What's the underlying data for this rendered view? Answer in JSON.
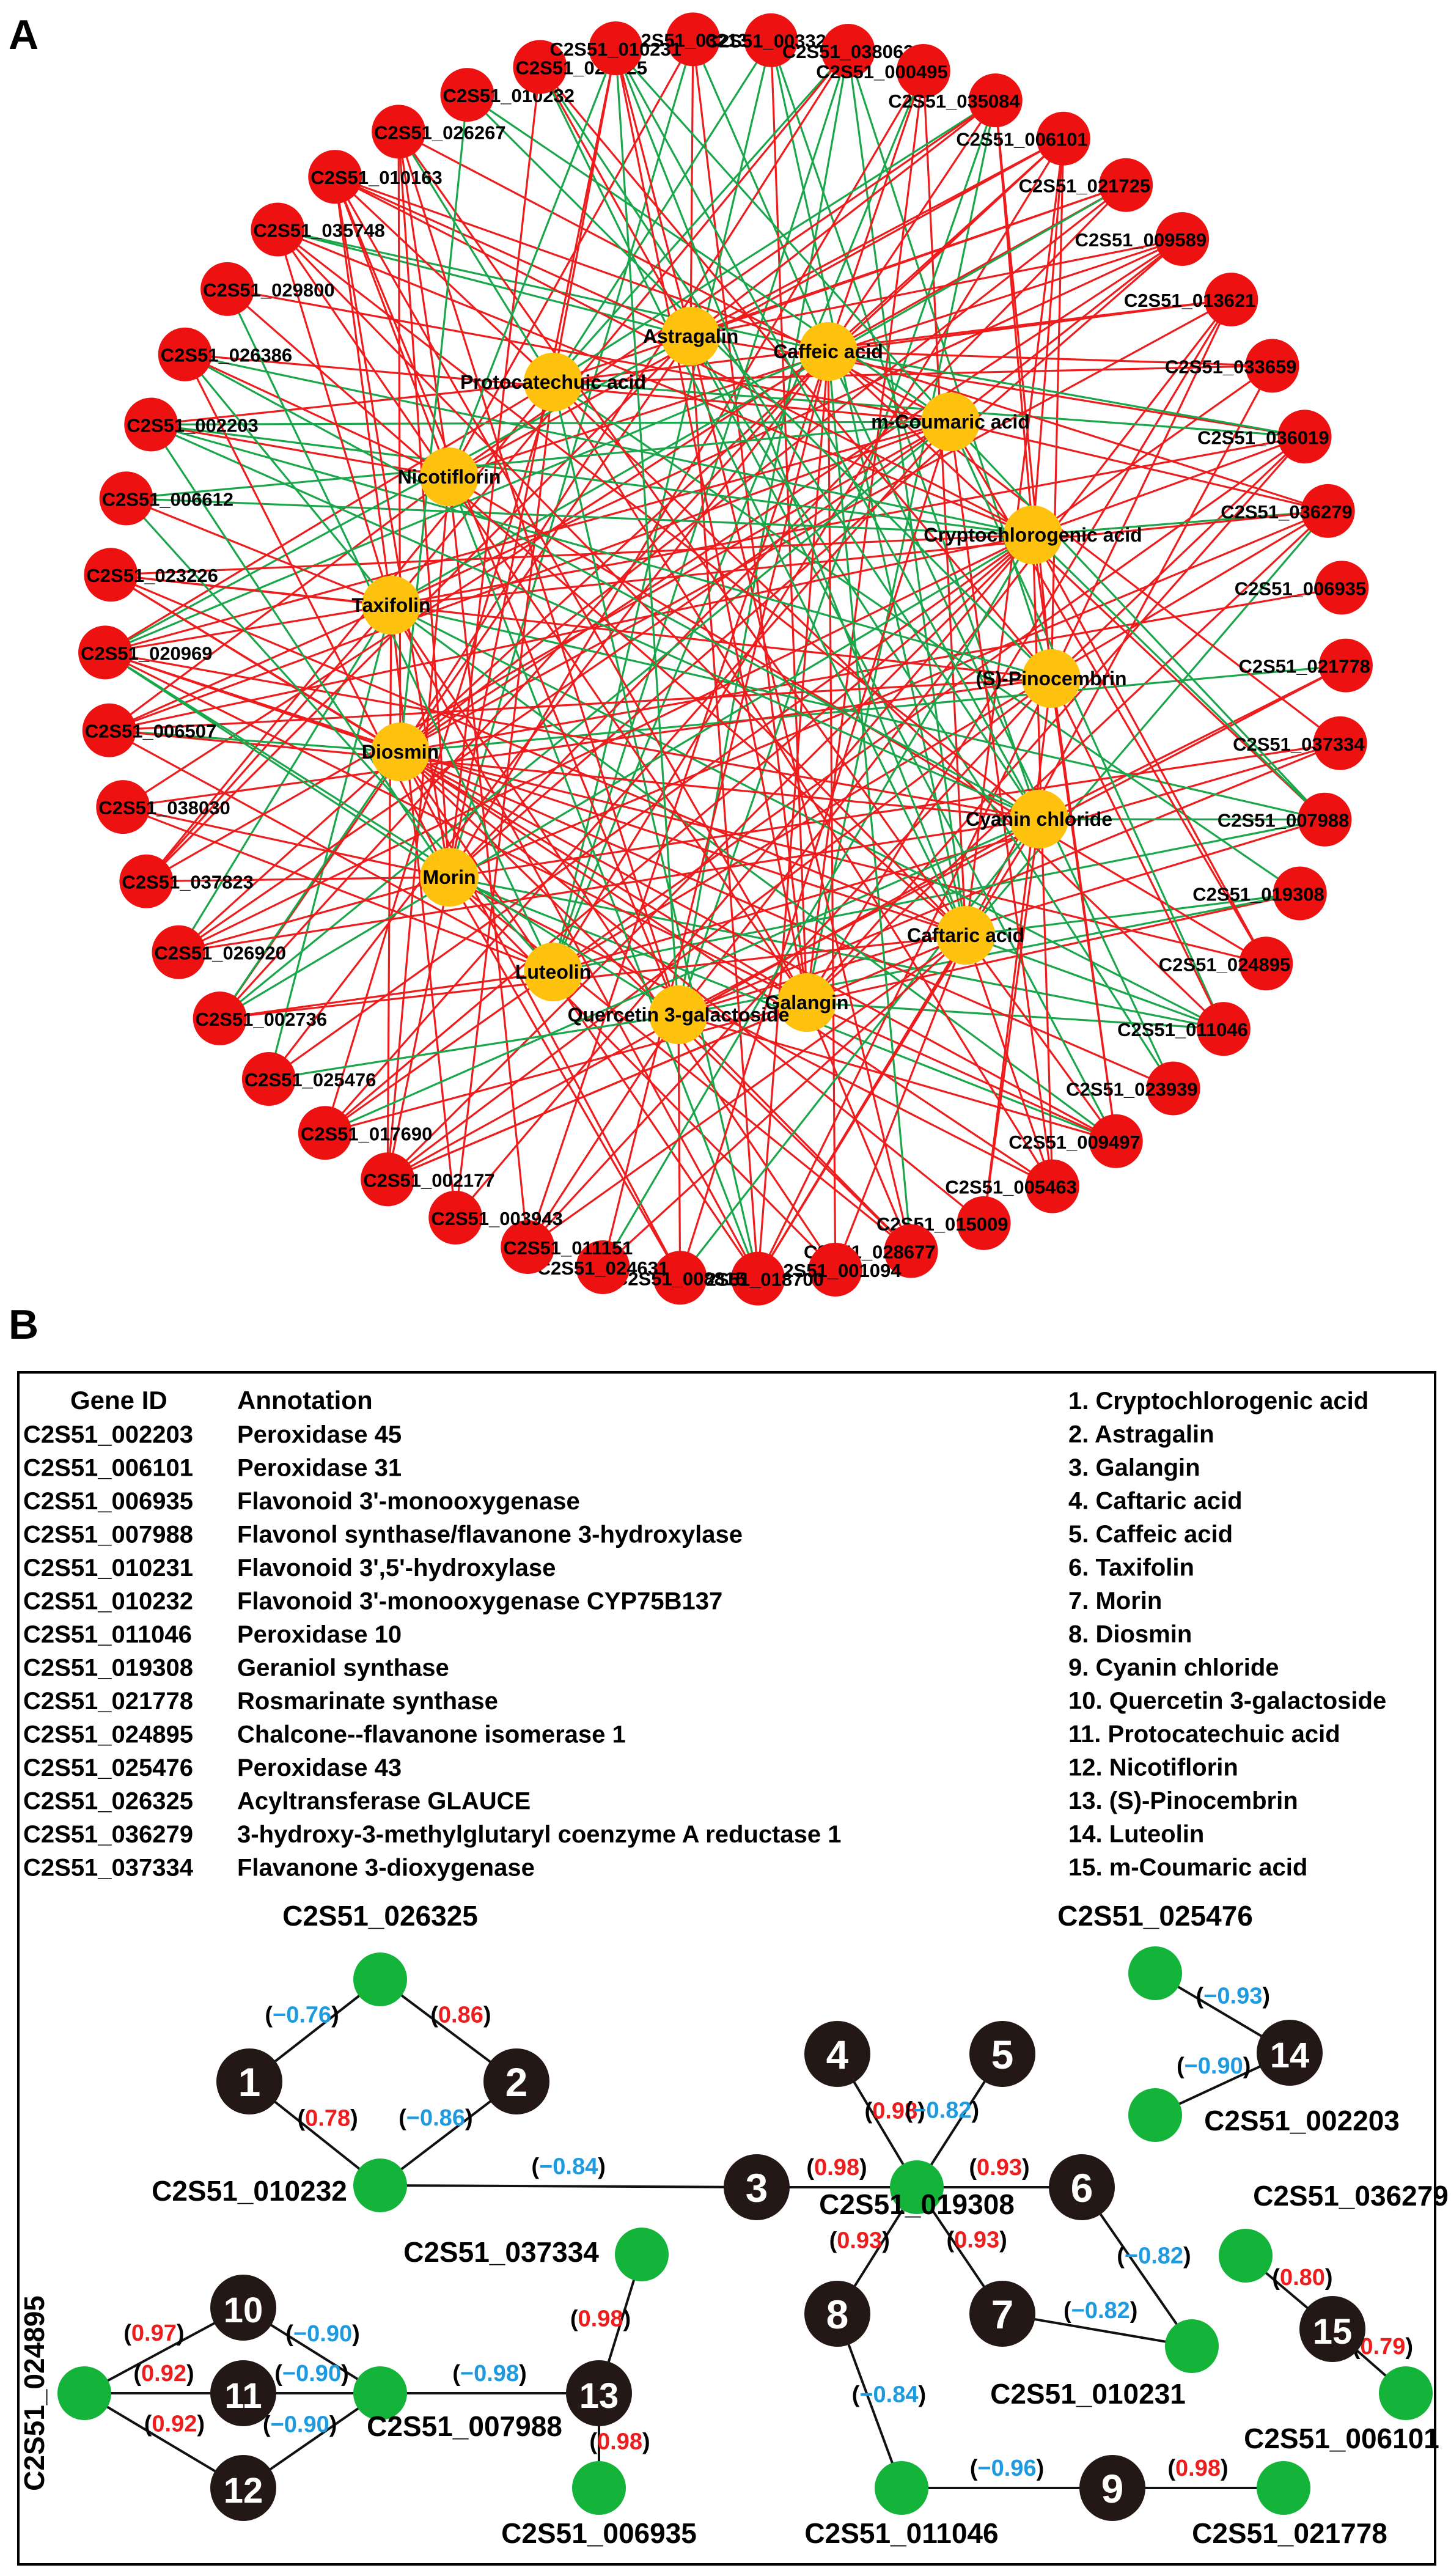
{
  "panel_a": {
    "letter": "A",
    "genes": [
      "C2S51_032134",
      "C2S51_003325",
      "C2S51_038063",
      "C2S51_000495",
      "C2S51_035084",
      "C2S51_006101",
      "C2S51_021725",
      "C2S51_009589",
      "C2S51_013621",
      "C2S51_033659",
      "C2S51_036019",
      "C2S51_036279",
      "C2S51_006935",
      "C2S51_021778",
      "C2S51_037334",
      "C2S51_007988",
      "C2S51_019308",
      "C2S51_024895",
      "C2S51_011046",
      "C2S51_023939",
      "C2S51_009497",
      "C2S51_005463",
      "C2S51_015009",
      "C2S51_028677",
      "C2S51_001094",
      "C2S51_018700",
      "C2S51_008815",
      "C2S51_024631",
      "C2S51_011151",
      "C2S51_003943",
      "C2S51_002177",
      "C2S51_017690",
      "C2S51_025476",
      "C2S51_002736",
      "C2S51_026920",
      "C2S51_037823",
      "C2S51_038030",
      "C2S51_006507",
      "C2S51_020969",
      "C2S51_023226",
      "C2S51_006612",
      "C2S51_002203",
      "C2S51_026386",
      "C2S51_029800",
      "C2S51_035748",
      "C2S51_010163",
      "C2S51_026267",
      "C2S51_010232",
      "C2S51_026325",
      "C2S51_010231"
    ],
    "metabolites": [
      "Astragalin",
      "Caffeic acid",
      "Protocatechuic acid",
      "m-Coumaric acid",
      "Nicotiflorin",
      "Cryptochlorogenic acid",
      "Taxifolin",
      "(S)-Pinocembrin",
      "Diosmin",
      "Cyanin chloride",
      "Morin",
      "Caftaric acid",
      "Luteolin",
      "Galangin",
      "Quercetin 3-galactoside"
    ],
    "colors": {
      "gene": "#ee1111",
      "metabolite": "#ffc20e",
      "positive_edge": "#ee1c1c",
      "negative_edge": "#1aa64a"
    }
  },
  "panel_b": {
    "letter": "B",
    "table_headers": {
      "gene_id": "Gene ID",
      "annotation": "Annotation"
    },
    "annotations": [
      {
        "id": "C2S51_002203",
        "annotation": "Peroxidase 45"
      },
      {
        "id": "C2S51_006101",
        "annotation": "Peroxidase 31"
      },
      {
        "id": "C2S51_006935",
        "annotation": "Flavonoid 3'-monooxygenase"
      },
      {
        "id": "C2S51_007988",
        "annotation": "Flavonol synthase/flavanone 3-hydroxylase"
      },
      {
        "id": "C2S51_010231",
        "annotation": "Flavonoid 3',5'-hydroxylase"
      },
      {
        "id": "C2S51_010232",
        "annotation": "Flavonoid 3'-monooxygenase CYP75B137"
      },
      {
        "id": "C2S51_011046",
        "annotation": "Peroxidase 10"
      },
      {
        "id": "C2S51_019308",
        "annotation": "Geraniol synthase"
      },
      {
        "id": "C2S51_021778",
        "annotation": "Rosmarinate synthase"
      },
      {
        "id": "C2S51_024895",
        "annotation": "Chalcone--flavanone isomerase 1"
      },
      {
        "id": "C2S51_025476",
        "annotation": "Peroxidase 43"
      },
      {
        "id": "C2S51_026325",
        "annotation": "Acyltransferase GLAUCE"
      },
      {
        "id": "C2S51_036279",
        "annotation": "3-hydroxy-3-methylglutaryl coenzyme A reductase 1"
      },
      {
        "id": "C2S51_037334",
        "annotation": "Flavanone 3-dioxygenase"
      }
    ],
    "metabolite_key": [
      "1. Cryptochlorogenic acid",
      "2. Astragalin",
      "3. Galangin",
      "4. Caftaric acid",
      "5. Caffeic acid",
      "6. Taxifolin",
      "7. Morin",
      "8. Diosmin",
      "9. Cyanin chloride",
      "10. Quercetin 3-galactoside",
      "11. Protocatechuic acid",
      "12. Nicotiflorin",
      "13. (S)-Pinocembrin",
      "14. Luteolin",
      "15. m-Coumaric acid"
    ],
    "network": {
      "genes": [
        "C2S51_026325",
        "C2S51_010232",
        "C2S51_025476",
        "C2S51_002203",
        "C2S51_019308",
        "C2S51_036279",
        "C2S51_037334",
        "C2S51_024895",
        "C2S51_007988",
        "C2S51_010231",
        "C2S51_006101",
        "C2S51_006935",
        "C2S51_011046",
        "C2S51_021778"
      ],
      "metabolites": [
        "1",
        "2",
        "3",
        "4",
        "5",
        "6",
        "7",
        "8",
        "9",
        "10",
        "11",
        "12",
        "13",
        "14",
        "15"
      ],
      "edges": [
        {
          "from": "C2S51_026325",
          "to": "1",
          "r": "−0.76"
        },
        {
          "from": "C2S51_026325",
          "to": "2",
          "r": "0.86"
        },
        {
          "from": "C2S51_010232",
          "to": "1",
          "r": "0.78"
        },
        {
          "from": "C2S51_010232",
          "to": "2",
          "r": "−0.86"
        },
        {
          "from": "C2S51_010232",
          "to": "3",
          "r": "−0.84"
        },
        {
          "from": "C2S51_019308",
          "to": "3",
          "r": "0.98"
        },
        {
          "from": "C2S51_019308",
          "to": "4",
          "r": "0.98"
        },
        {
          "from": "C2S51_019308",
          "to": "5",
          "r": "−0.82"
        },
        {
          "from": "C2S51_019308",
          "to": "6",
          "r": "0.93"
        },
        {
          "from": "C2S51_019308",
          "to": "7",
          "r": "0.93"
        },
        {
          "from": "C2S51_019308",
          "to": "8",
          "r": "0.93"
        },
        {
          "from": "C2S51_010231",
          "to": "6",
          "r": "−0.82"
        },
        {
          "from": "C2S51_010231",
          "to": "7",
          "r": "−0.82"
        },
        {
          "from": "C2S51_011046",
          "to": "8",
          "r": "−0.84"
        },
        {
          "from": "C2S51_011046",
          "to": "9",
          "r": "−0.96"
        },
        {
          "from": "C2S51_021778",
          "to": "9",
          "r": "0.98"
        },
        {
          "from": "C2S51_025476",
          "to": "14",
          "r": "−0.93"
        },
        {
          "from": "C2S51_002203",
          "to": "14",
          "r": "−0.90"
        },
        {
          "from": "C2S51_036279",
          "to": "15",
          "r": "0.80"
        },
        {
          "from": "C2S51_006101",
          "to": "15",
          "r": "0.79"
        },
        {
          "from": "C2S51_024895",
          "to": "10",
          "r": "0.97"
        },
        {
          "from": "C2S51_024895",
          "to": "11",
          "r": "0.92"
        },
        {
          "from": "C2S51_024895",
          "to": "12",
          "r": "0.92"
        },
        {
          "from": "C2S51_007988",
          "to": "10",
          "r": "−0.90"
        },
        {
          "from": "C2S51_007988",
          "to": "11",
          "r": "−0.90"
        },
        {
          "from": "C2S51_007988",
          "to": "12",
          "r": "−0.90"
        },
        {
          "from": "C2S51_007988",
          "to": "13",
          "r": "−0.98"
        },
        {
          "from": "C2S51_037334",
          "to": "13",
          "r": "0.98"
        },
        {
          "from": "C2S51_006935",
          "to": "13",
          "r": "0.98"
        }
      ]
    },
    "colors": {
      "gene": "#14b33a",
      "metabolite": "#231815",
      "positive": "#ee1c1c",
      "negative": "#1e9be0"
    }
  }
}
